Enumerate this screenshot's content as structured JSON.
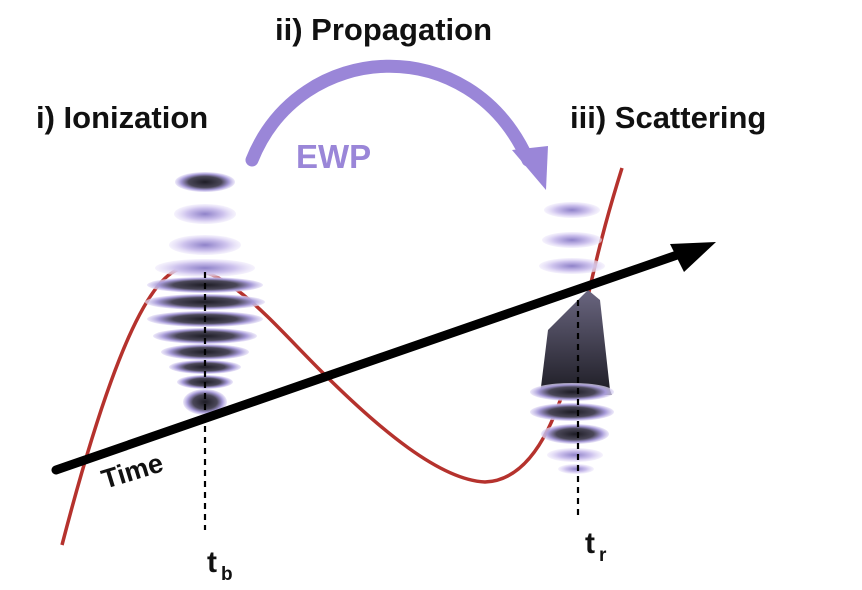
{
  "labels": {
    "propagation": "ii) Propagation",
    "ionization": "i) Ionization",
    "scattering": "iii) Scattering",
    "ewp": "EWP",
    "time": "Time",
    "tb_main": "t",
    "tb_sub": "b",
    "tr_main": "t",
    "tr_sub": "r"
  },
  "colors": {
    "wave": "#b5322d",
    "arrow": "#000000",
    "ewp_arrow": "#9a86d8",
    "packet_light": "#cfc4ee",
    "packet_dark": "#3a3846"
  },
  "icons": {
    "time_axis": "arrow-right-icon",
    "propagation_arrow": "curved-arrow-icon"
  }
}
